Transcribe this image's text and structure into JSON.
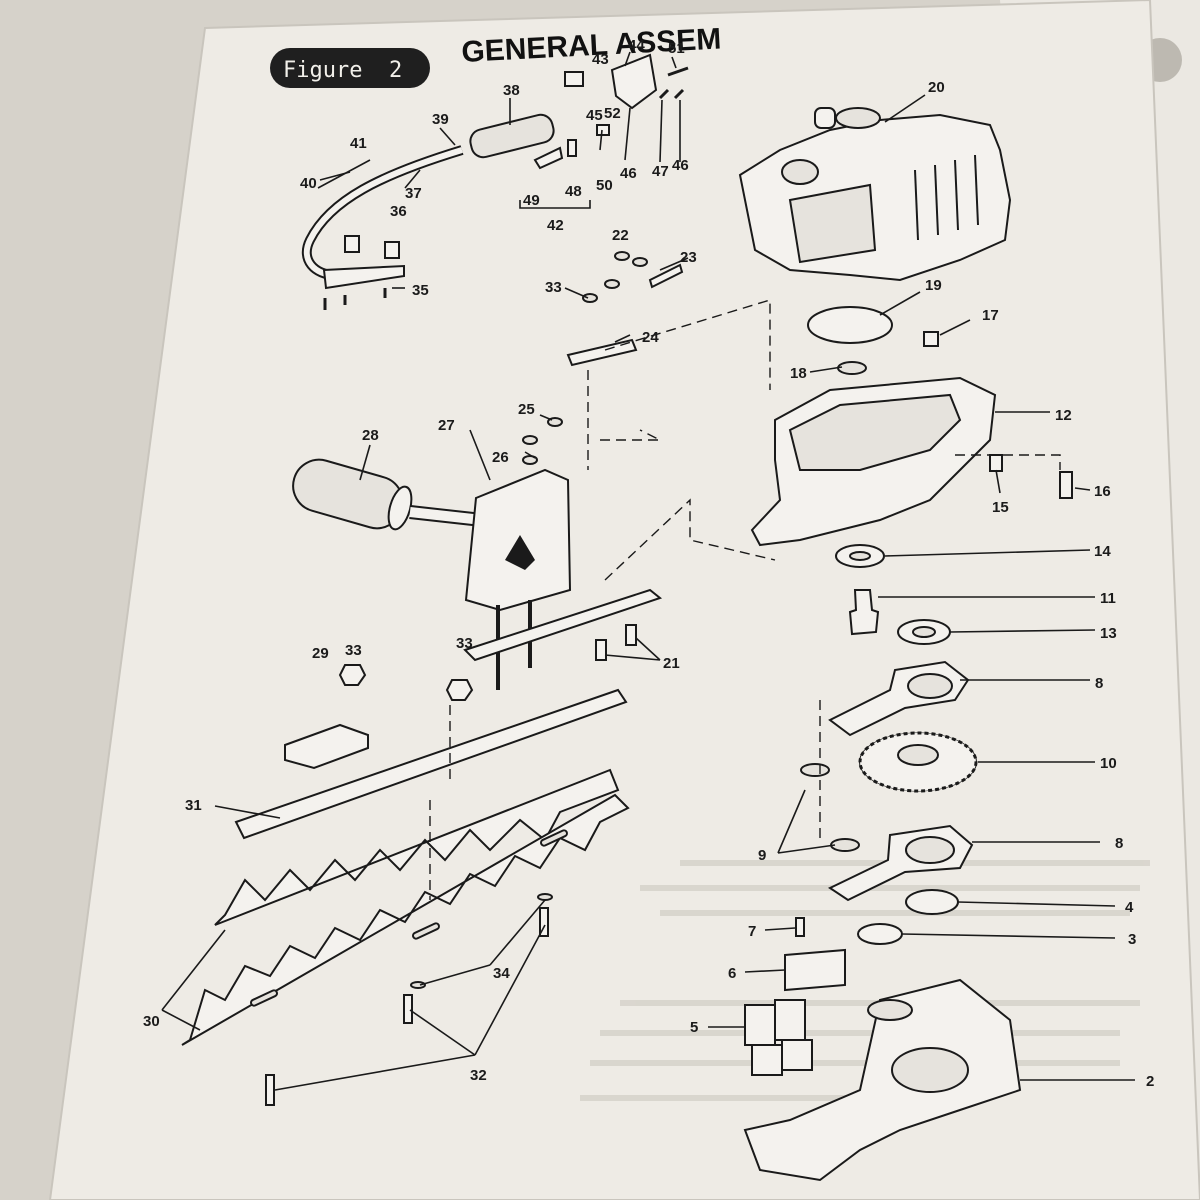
{
  "page": {
    "badge": "Figure  2",
    "heading": "GENERAL ASSEM"
  },
  "diagram": {
    "callouts": [
      "51",
      "43",
      "44",
      "45",
      "52",
      "38",
      "39",
      "41",
      "40",
      "37",
      "49",
      "48",
      "50",
      "46",
      "47",
      "46",
      "42",
      "36",
      "35",
      "22",
      "23",
      "33",
      "24",
      "20",
      "19",
      "17",
      "18",
      "12",
      "25",
      "26",
      "27",
      "28",
      "15",
      "16",
      "14",
      "11",
      "13",
      "21",
      "29",
      "33",
      "33",
      "8",
      "10",
      "31",
      "9",
      "8",
      "4",
      "3",
      "7",
      "6",
      "5",
      "30",
      "34",
      "32",
      "2"
    ]
  }
}
